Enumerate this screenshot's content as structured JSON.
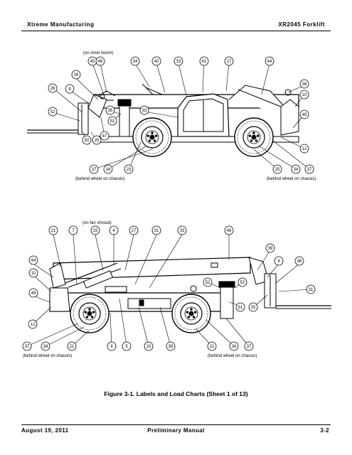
{
  "header": {
    "left": "Xtreme Manufacturing",
    "right": "XR2045 Forklift"
  },
  "top_view": {
    "note_top": "(on inner boom)",
    "note_bottom_left": "(behind wheel on chassis)",
    "note_bottom_right": "(behind wheel on chassis)",
    "callouts": [
      "45",
      "46",
      "34",
      "40",
      "33",
      "41",
      "27",
      "44",
      "39",
      "9",
      "38",
      "26",
      "10",
      "35",
      "33",
      "52",
      "49",
      "51",
      "47",
      "50",
      "25",
      "12",
      "37",
      "34",
      "23",
      "25",
      "34",
      "37"
    ]
  },
  "bottom_view": {
    "note_top": "(on fan shroud)",
    "note_bottom_left": "(behind wheel on chassis)",
    "note_bottom_right": "(behind wheel on chassis)",
    "callouts": [
      "21",
      "7",
      "15",
      "4",
      "27",
      "31",
      "33",
      "48",
      "44",
      "39",
      "9",
      "36",
      "10",
      "52",
      "52",
      "31",
      "49",
      "51",
      "25",
      "12",
      "37",
      "34",
      "21",
      "8",
      "5",
      "10",
      "39",
      "21",
      "34",
      "37"
    ]
  },
  "figure_caption": "Figure 3-1.  Labels and Load Charts  (Sheet 1 of 13)",
  "footer": {
    "date": "August 19, 2011",
    "title": "Preliminary Manual",
    "page": "3-2"
  }
}
